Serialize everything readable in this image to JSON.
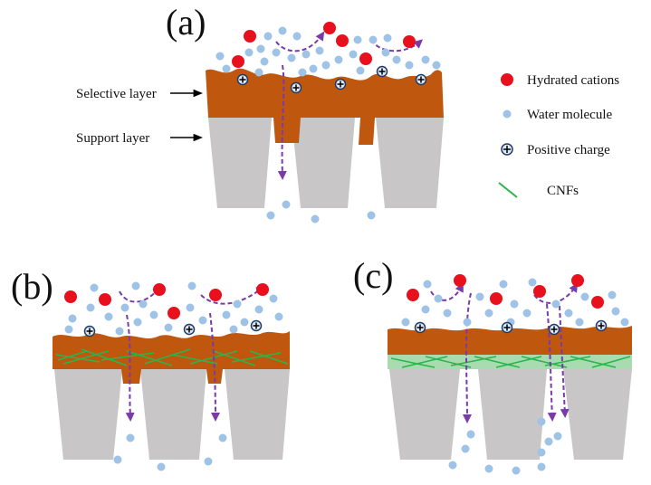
{
  "panels": {
    "a": "(a)",
    "b": "(b)",
    "c": "(c)"
  },
  "labels": {
    "selective_layer": "Selective layer",
    "support_layer": "Support layer"
  },
  "legend": {
    "hydrated_cations": "Hydrated cations",
    "water_molecule": "Water molecule",
    "positive_charge": "Positive charge",
    "cnfs": "CNFs"
  },
  "colors": {
    "selective_layer": "#c0570f",
    "support_layer": "#c8c6c6",
    "cnf_band": "#a8dcb0",
    "cnf_fiber": "#29b54a",
    "cation": "#e8101c",
    "water": "#9ec3e6",
    "flow_arrow": "#7a3aa8",
    "charge_ring": "#1f3a68"
  }
}
